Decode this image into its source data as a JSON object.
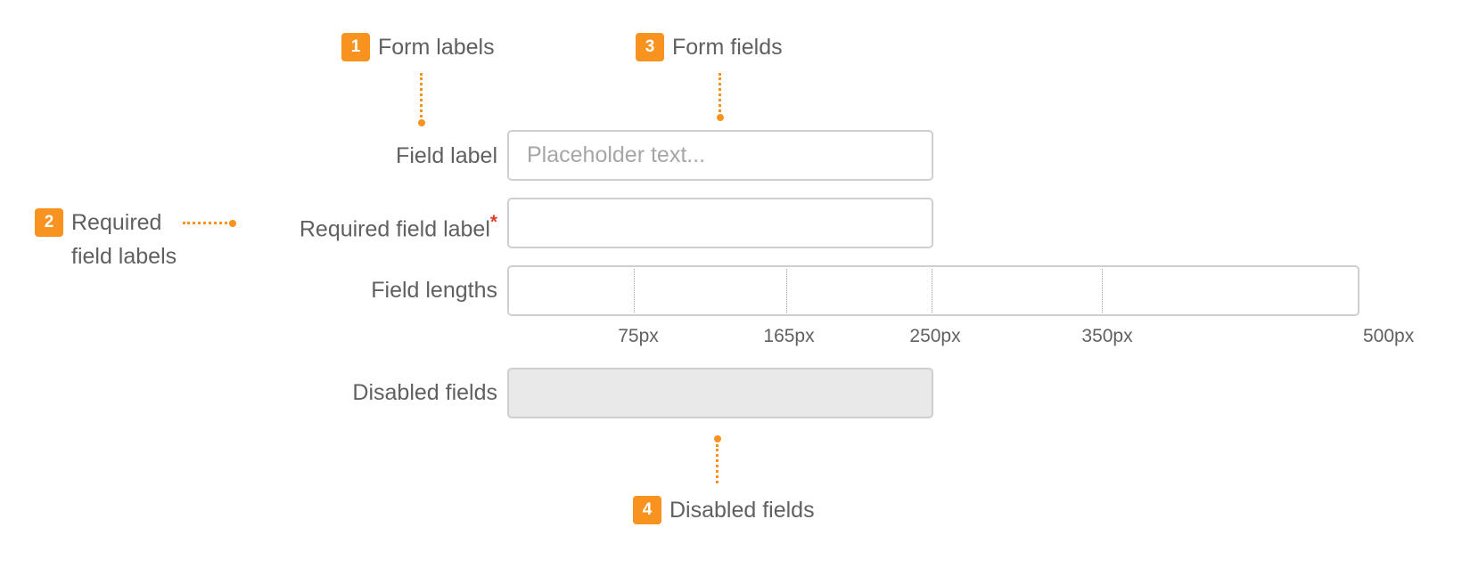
{
  "callouts": [
    {
      "number": "1",
      "text": "Form labels"
    },
    {
      "number": "2",
      "line1": "Required",
      "line2": "field labels"
    },
    {
      "number": "3",
      "text": "Form fields"
    },
    {
      "number": "4",
      "text": "Disabled fields"
    }
  ],
  "form": {
    "rows": [
      {
        "label": "Field label",
        "placeholder": "Placeholder text..."
      },
      {
        "label": "Required field label",
        "required_mark": "*"
      },
      {
        "label": "Field lengths"
      },
      {
        "label": "Disabled fields"
      }
    ],
    "length_markers": [
      "75px",
      "165px",
      "250px",
      "350px",
      "500px"
    ]
  },
  "colors": {
    "accent": "#f7931e",
    "required": "#e0402a",
    "text": "#606060",
    "border": "#cfcfcf",
    "disabled_bg": "#e9e9e9"
  }
}
